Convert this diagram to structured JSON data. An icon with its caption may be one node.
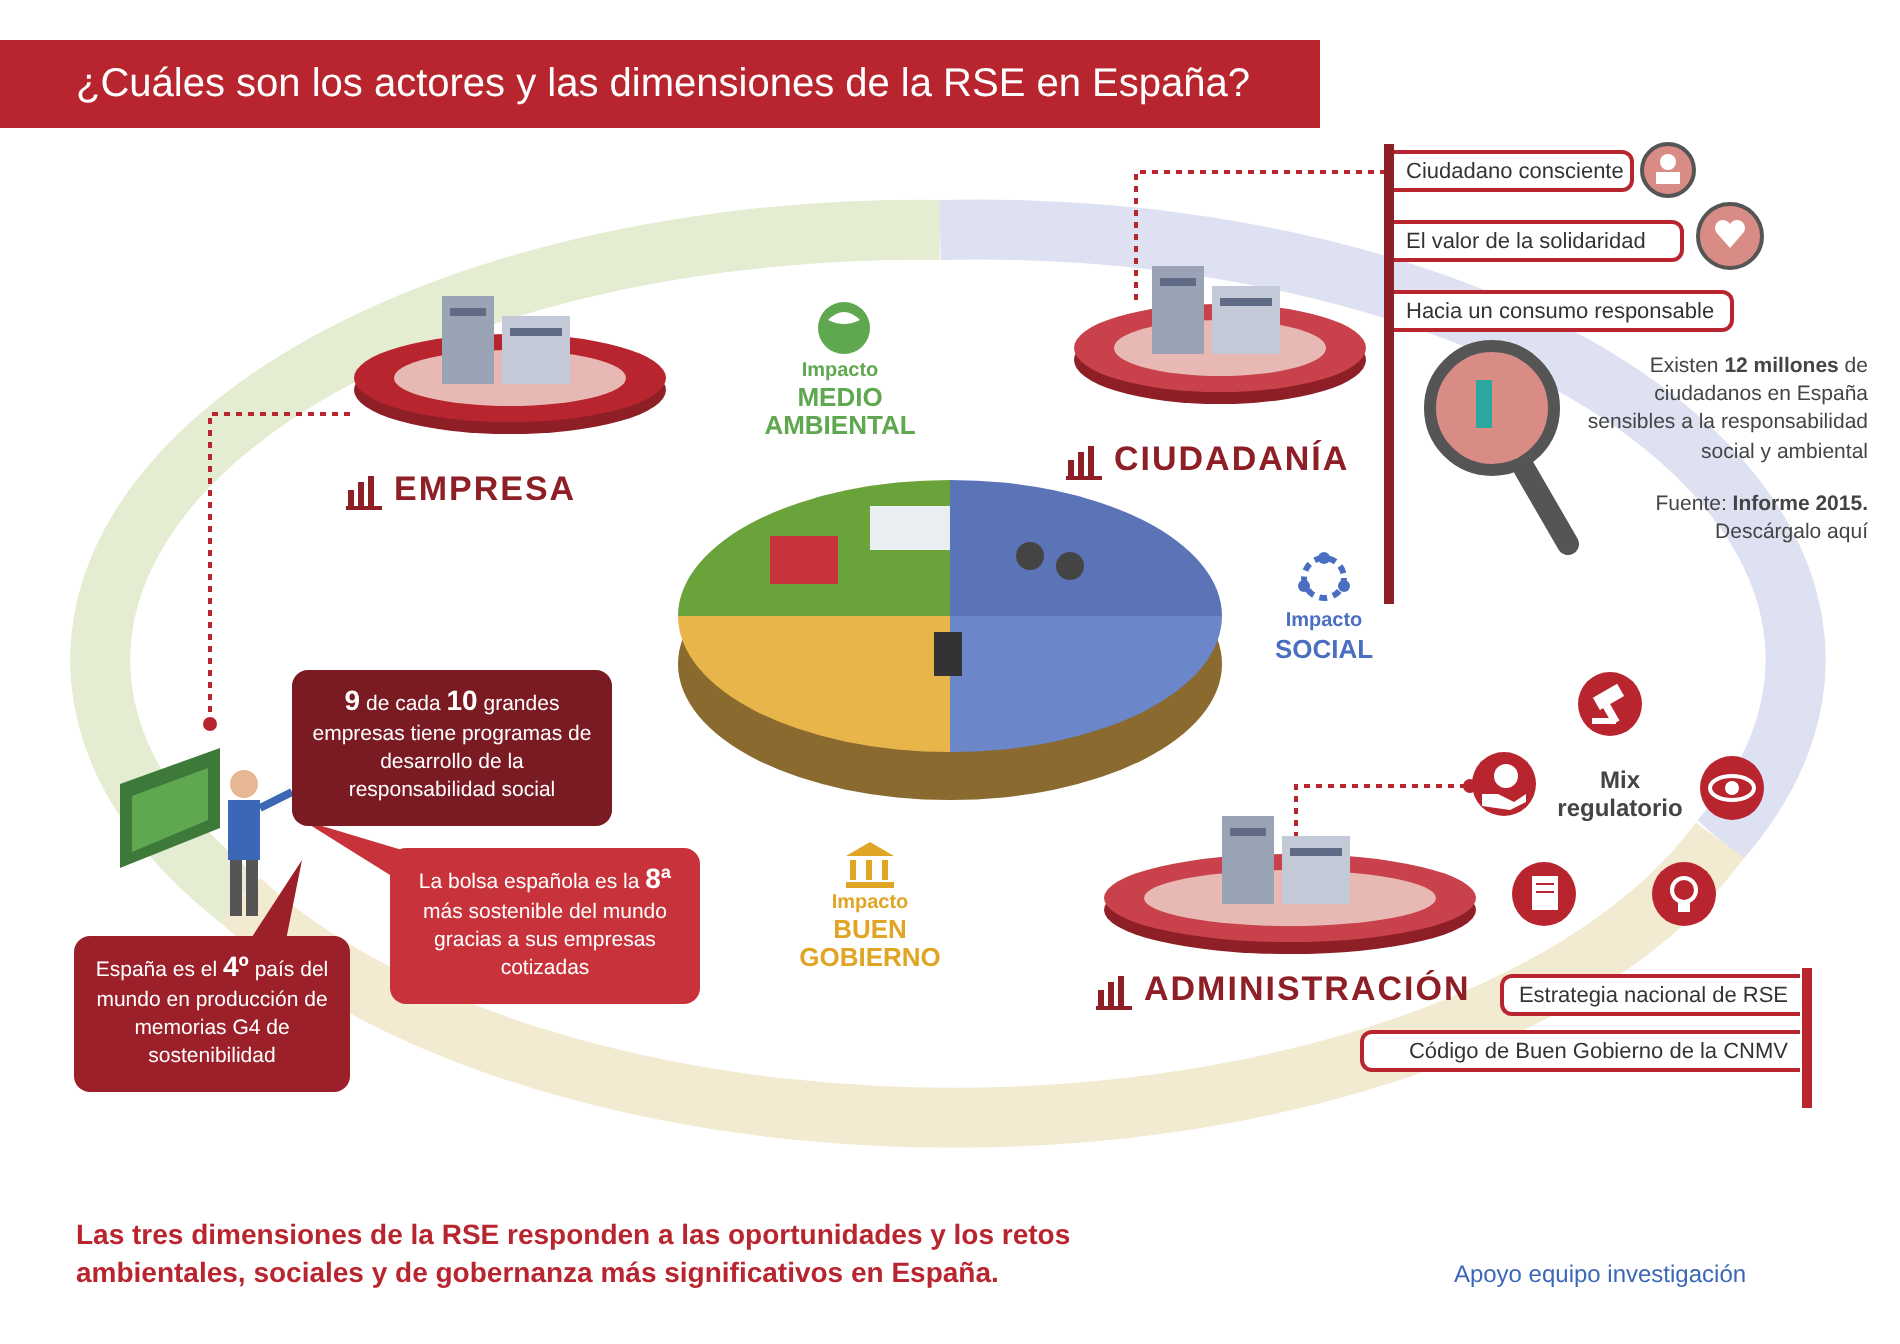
{
  "diagram": {
    "title": "¿Cuáles son los actores y las dimensiones de la RSE en España?",
    "caption": "Las tres dimensiones de la RSE responden a las oportunidades y los retos ambientales, sociales y de gobernanza más significativos en España.",
    "nodes": [
      {
        "text": [
          "EMPRESA"
        ]
      },
      {
        "text": [
          "CIUDADANÍA"
        ]
      },
      {
        "text": [
          "ADMINISTRACIÓN"
        ]
      },
      {
        "text": [],
        "shape": "picture"
      },
      {
        "text": [],
        "shape": "picture"
      },
      {
        "text": [
          "**9** de cada **10** grandes empresas tiene programas de desarrollo de la responsabilidad social"
        ]
      },
      {
        "text": [
          "La bolsa española es la **8ª** más sostenible del mundo gracias a sus empresas cotizadas"
        ]
      },
      {
        "text": [
          "España es el **4º** país del mundo en producción de memorias G4 de sostenibilidad"
        ]
      },
      {
        "text": [
          "Ciudadano consciente"
        ]
      },
      {
        "text": [
          "El valor de la solidaridad"
        ]
      },
      {
        "text": [
          "Hacia un consumo responsable"
        ]
      },
      {
        "text": [
          "Mix regulatorio"
        ]
      },
      {
        "text": [
          "Estrategia nacional de RSE"
        ]
      },
      {
        "text": [
          "Código de Buen Gobierno de la CNMV"
        ]
      }
    ],
    "edges": [
      {
        "from": 0,
        "to": 4,
        "arrow": "other",
        "style": "dashed"
      },
      {
        "from": 1,
        "to": 8,
        "arrow": "other",
        "style": "dashed"
      },
      {
        "from": 2,
        "to": 11,
        "arrow": "other",
        "style": "dashed"
      }
    ],
    "labels": [
      "Impacto",
      "MEDIO AMBIENTAL",
      "Impacto",
      "SOCIAL",
      "Impacto",
      "BUEN GOBIERNO",
      "Existen **12 millones** de ciudadanos en España sensibles a la responsabilidad social y ambiental",
      "Fuente: **Informe 2015.** Descárgalo aquí",
      "Apoyo equipo investigación"
    ]
  }
}
